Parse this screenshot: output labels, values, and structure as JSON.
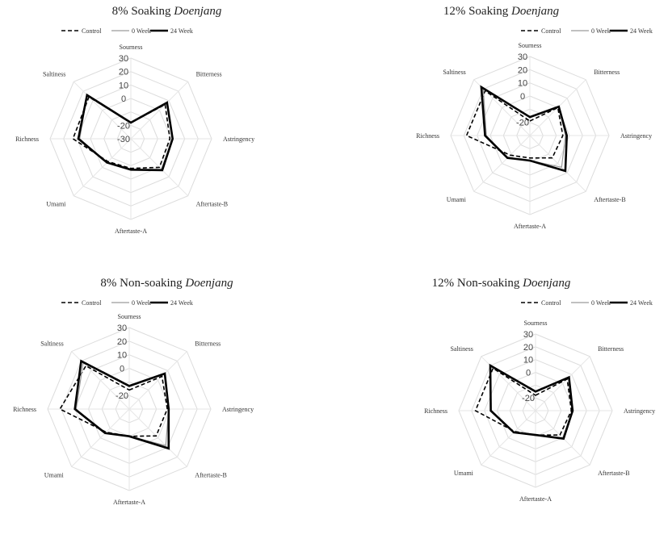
{
  "chart_data": [
    {
      "type": "radar",
      "title_prefix": "8% Soaking",
      "title_italic": "Doenjang",
      "axes": [
        "Sourness",
        "Bitterness",
        "Astringency",
        "Aftertaste-B",
        "Aftertaste-A",
        "Umami",
        "Richness",
        "Saltiness"
      ],
      "rlim": [
        -30,
        30
      ],
      "ticks": [
        30,
        20,
        10,
        0,
        -20,
        -30
      ],
      "tick_labels": [
        "30",
        "20",
        "10",
        "0",
        "-20",
        "-30"
      ],
      "series": [
        {
          "name": "Control",
          "style": "dashed",
          "values": [
            -18,
            6,
            -1,
            0,
            -8,
            -6,
            13,
            14
          ]
        },
        {
          "name": "0 Week",
          "style": "thin",
          "values": [
            -18,
            8,
            1,
            2,
            -7,
            -5,
            8,
            16
          ]
        },
        {
          "name": "24 Week",
          "style": "thick",
          "values": [
            -18,
            8,
            1,
            3,
            -7,
            -5,
            9,
            16
          ]
        }
      ]
    },
    {
      "type": "radar",
      "title_prefix": "12% Soaking",
      "title_italic": "Doenjang",
      "axes": [
        "Sourness",
        "Bitterness",
        "Astringency",
        "Aftertaste-B",
        "Aftertaste-A",
        "Umami",
        "Richness",
        "Saltiness"
      ],
      "rlim": [
        -30,
        30
      ],
      "ticks": [
        30,
        20,
        10,
        0,
        -20
      ],
      "tick_labels": [
        "30",
        "20",
        "10",
        "0",
        "-20"
      ],
      "series": [
        {
          "name": "Control",
          "style": "dashed",
          "values": [
            -19,
            0,
            -5,
            -6,
            -13,
            -9,
            18,
            18
          ]
        },
        {
          "name": "0 Week",
          "style": "thin",
          "values": [
            -16,
            1,
            -3,
            4,
            -11,
            -6,
            3,
            20
          ]
        },
        {
          "name": "24 Week",
          "style": "thick",
          "values": [
            -16,
            1,
            -2,
            8,
            -11,
            -6,
            4,
            22
          ]
        }
      ]
    },
    {
      "type": "radar",
      "title_prefix": "8% Non-soaking",
      "title_italic": "Doenjang",
      "axes": [
        "Sourness",
        "Bitterness",
        "Astringency",
        "Aftertaste-B",
        "Aftertaste-A",
        "Umami",
        "Richness",
        "Saltiness"
      ],
      "rlim": [
        -30,
        30
      ],
      "ticks": [
        30,
        20,
        10,
        0,
        -20
      ],
      "tick_labels": [
        "30",
        "20",
        "10",
        "0",
        "-20"
      ],
      "series": [
        {
          "name": "Control",
          "style": "dashed",
          "values": [
            -16,
            4,
            -2,
            -2,
            -10,
            -6,
            21,
            15
          ]
        },
        {
          "name": "0 Week",
          "style": "thin",
          "values": [
            -13,
            7,
            -1,
            8,
            -10,
            -5,
            9,
            18
          ]
        },
        {
          "name": "24 Week",
          "style": "thick",
          "values": [
            -13,
            7,
            -1,
            11,
            -10,
            -5,
            10,
            20
          ]
        }
      ]
    },
    {
      "type": "radar",
      "title_prefix": "12% Non-soaking",
      "title_italic": "Doenjang",
      "axes": [
        "Sourness",
        "Bitterness",
        "Astringency",
        "Aftertaste-B",
        "Aftertaste-A",
        "Umami",
        "Richness",
        "Saltiness"
      ],
      "rlim": [
        -30,
        30
      ],
      "ticks": [
        30,
        20,
        10,
        0,
        -20
      ],
      "tick_labels": [
        "30",
        "20",
        "10",
        "0",
        "-20"
      ],
      "series": [
        {
          "name": "Control",
          "style": "dashed",
          "values": [
            -18,
            5,
            -2,
            -3,
            -11,
            -7,
            17,
            17
          ]
        },
        {
          "name": "0 Week",
          "style": "thin",
          "values": [
            -15,
            7,
            -1,
            0,
            -11,
            -6,
            5,
            20
          ]
        },
        {
          "name": "24 Week",
          "style": "thick",
          "values": [
            -15,
            7,
            -1,
            1,
            -11,
            -6,
            5,
            20
          ]
        }
      ]
    }
  ]
}
